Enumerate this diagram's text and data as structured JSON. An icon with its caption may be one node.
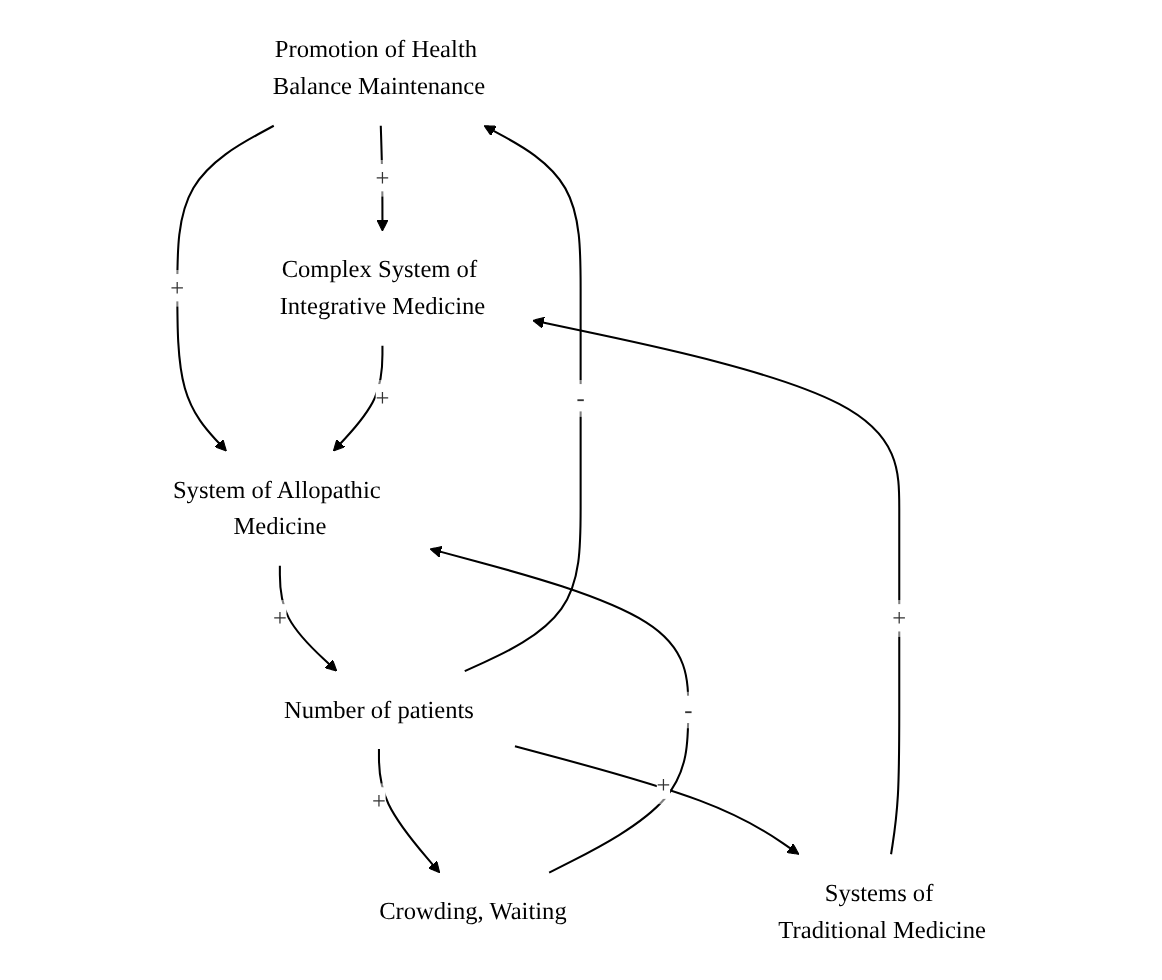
{
  "diagram": {
    "nodes": [
      {
        "text": [
          "Promotion of Health Balance Maintenance"
        ]
      },
      {
        "text": [
          "System of Allopathic Medicine"
        ]
      },
      {
        "text": [
          "Crowding, Waiting"
        ]
      },
      {
        "text": [
          "Complex System of Integrative Medicine"
        ]
      },
      {
        "text": [
          "Number of patients"
        ]
      },
      {
        "text": [
          "Systems of Traditional Medicine"
        ]
      }
    ],
    "edges": [
      {
        "from": 0,
        "to": 3,
        "label": "+",
        "arrow": "to"
      },
      {
        "from": 0,
        "to": 1,
        "label": "+",
        "arrow": "to"
      },
      {
        "from": 3,
        "to": 1,
        "label": "+",
        "arrow": "to"
      },
      {
        "from": 2,
        "to": 1,
        "label": "-",
        "arrow": "to"
      },
      {
        "from": 1,
        "to": 4,
        "label": "+",
        "arrow": "to"
      },
      {
        "from": 4,
        "to": 2,
        "label": "+",
        "arrow": "to"
      },
      {
        "from": 4,
        "to": 0,
        "label": "-",
        "arrow": "to"
      },
      {
        "from": 4,
        "to": 5,
        "label": "+",
        "arrow": "to"
      },
      {
        "from": 5,
        "to": 3,
        "label": "+",
        "arrow": "to"
      }
    ]
  }
}
